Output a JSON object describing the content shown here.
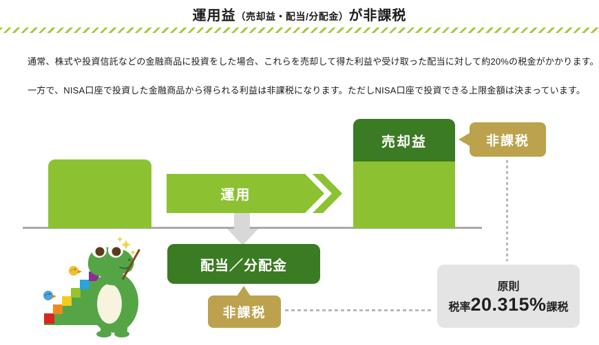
{
  "title": {
    "prefix": "運用益",
    "paren": "（売却益・配当/分配金）",
    "suffix": "が非課税"
  },
  "paragraphs": [
    "通常、株式や投資信託などの金融商品に投資をした場合、これらを売却して得た利益や受け取った配当に対して約20%の税金がかかります。",
    "一方で、NISA口座で投資した金融商品から得られる利益は非課税になります。ただしNISA口座で投資できる上限金額は決まっています。"
  ],
  "diagram": {
    "flow_label": "運用",
    "capital_gain_label": "売却益",
    "dividend_label": "配当／分配金",
    "tax_free_top": "非課税",
    "tax_free_bottom": "非課税",
    "tax_note": {
      "line1": "原則",
      "prefix": "税率",
      "rate": "20.315%",
      "suffix": "課税"
    }
  },
  "icons": {
    "mascot": "crocodile-mascot",
    "flow_arrow": "right-chevron-arrow",
    "down_arrow": "down-arrow"
  },
  "colors": {
    "light_green": "#8CC232",
    "dark_green": "#3B7B23",
    "gold": "#BCA24D",
    "stripe_green": "#A5C93C",
    "note_gray": "#E4E4E4"
  }
}
